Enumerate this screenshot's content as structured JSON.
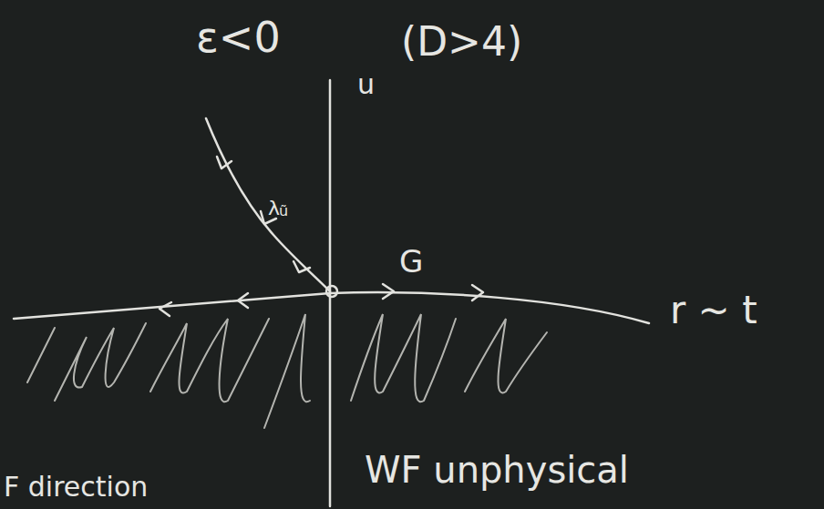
{
  "diagram": {
    "labels": [
      "ε<0",
      "u",
      "(D>4)",
      "λ",
      "ũ",
      "G",
      "r ~ t",
      "WF unphysical",
      "F direction"
    ]
  }
}
